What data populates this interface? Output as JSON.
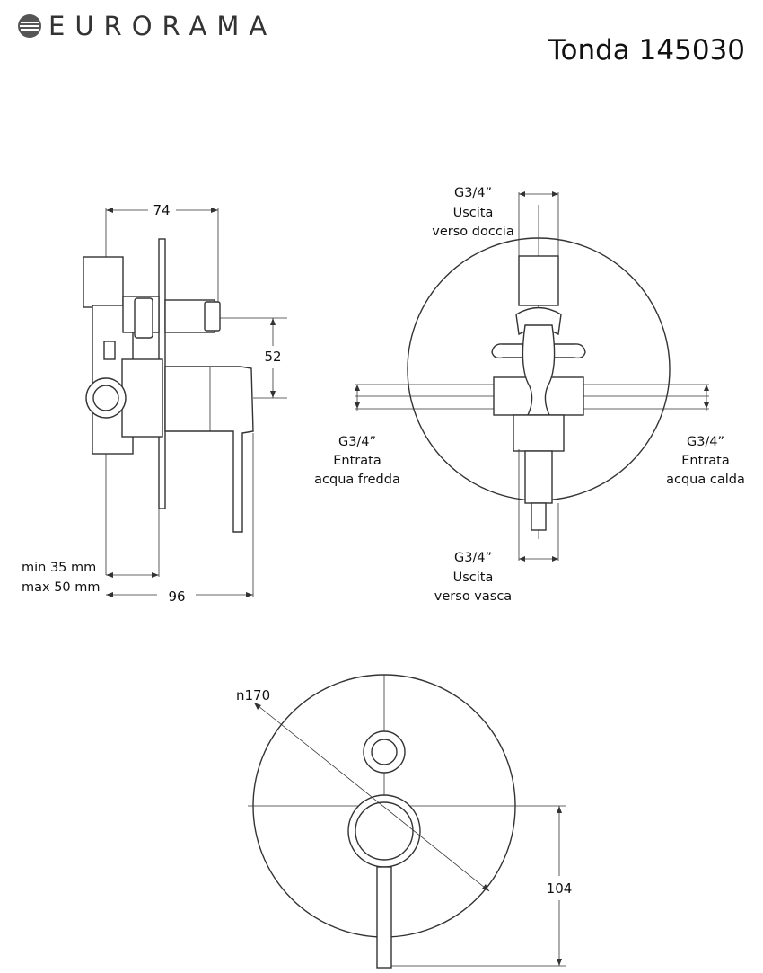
{
  "brand": {
    "logo_text": "EURORAMA"
  },
  "product": {
    "title": "Tonda 145030"
  },
  "side_view": {
    "dim_top": "74",
    "dim_right": "52",
    "dim_min": "min 35 mm",
    "dim_max": "max 50 mm",
    "dim_bottom": "96"
  },
  "rear_view": {
    "top_outlet": {
      "thread": "G3/4”",
      "line1": "Uscita",
      "line2": "verso doccia"
    },
    "left_inlet": {
      "thread": "G3/4”",
      "line1": "Entrata",
      "line2": "acqua fredda"
    },
    "right_inlet": {
      "thread": "G3/4”",
      "line1": "Entrata",
      "line2": "acqua calda"
    },
    "bottom_outlet": {
      "thread": "G3/4”",
      "line1": "Uscita",
      "line2": "verso vasca"
    }
  },
  "front_view": {
    "diameter": "n170",
    "height": "104"
  }
}
